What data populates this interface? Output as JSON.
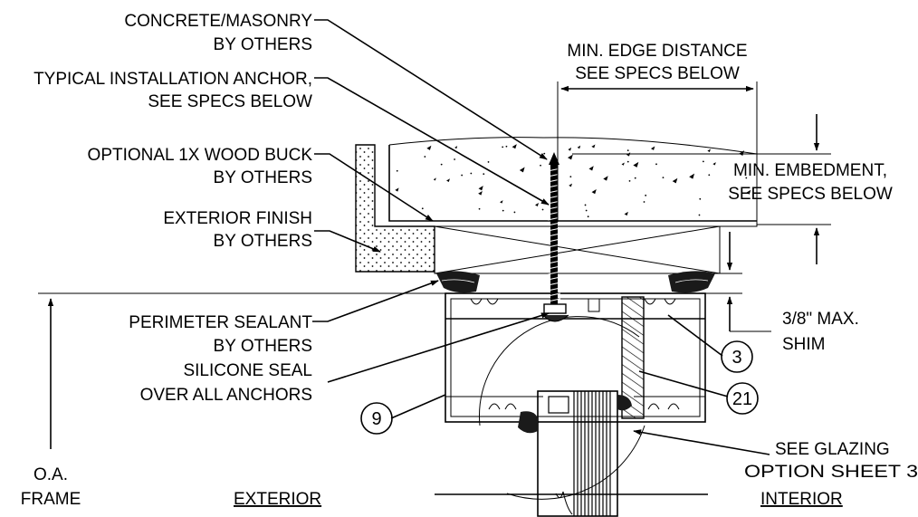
{
  "labels": {
    "concrete_1": "CONCRETE/MASONRY",
    "concrete_2": "BY OTHERS",
    "anchor_1": "TYPICAL INSTALLATION ANCHOR,",
    "anchor_2": "SEE SPECS BELOW",
    "buck_1": "OPTIONAL 1X WOOD BUCK",
    "buck_2": "BY OTHERS",
    "finish_1": "EXTERIOR FINISH",
    "finish_2": "BY OTHERS",
    "sealant_1": "PERIMETER SEALANT",
    "sealant_2": "BY OTHERS",
    "silicone_1": "SILICONE SEAL",
    "silicone_2": "OVER ALL ANCHORS",
    "oa_1": "O.A.",
    "oa_2": "FRAME",
    "exterior": "EXTERIOR",
    "interior": "INTERIOR",
    "edge_1": "MIN. EDGE DISTANCE",
    "edge_2": "SEE SPECS BELOW",
    "embed_1": "MIN. EMBEDMENT,",
    "embed_2": "SEE SPECS BELOW",
    "shim_1": "3/8\" MAX.",
    "shim_2": "SHIM",
    "glazing_1": "SEE GLAZING",
    "glazing_2": "OPTION SHEET 3"
  },
  "callouts": {
    "c3": "3",
    "c9": "9",
    "c21": "21"
  }
}
